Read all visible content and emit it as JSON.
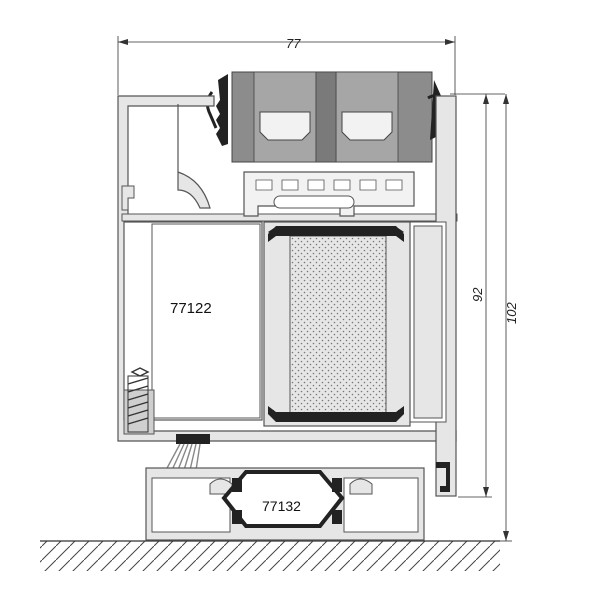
{
  "dimensions": {
    "width_top": "77",
    "height_inner": "92",
    "height_outer": "102"
  },
  "profiles": {
    "frame_code": "77122",
    "sill_code": "77132"
  },
  "colors": {
    "profile_fill": "#e6e6e6",
    "profile_stroke": "#555555",
    "glass_unit": "#8c8c8c",
    "gasket": "#222222",
    "insulation_dots": "#777777"
  }
}
